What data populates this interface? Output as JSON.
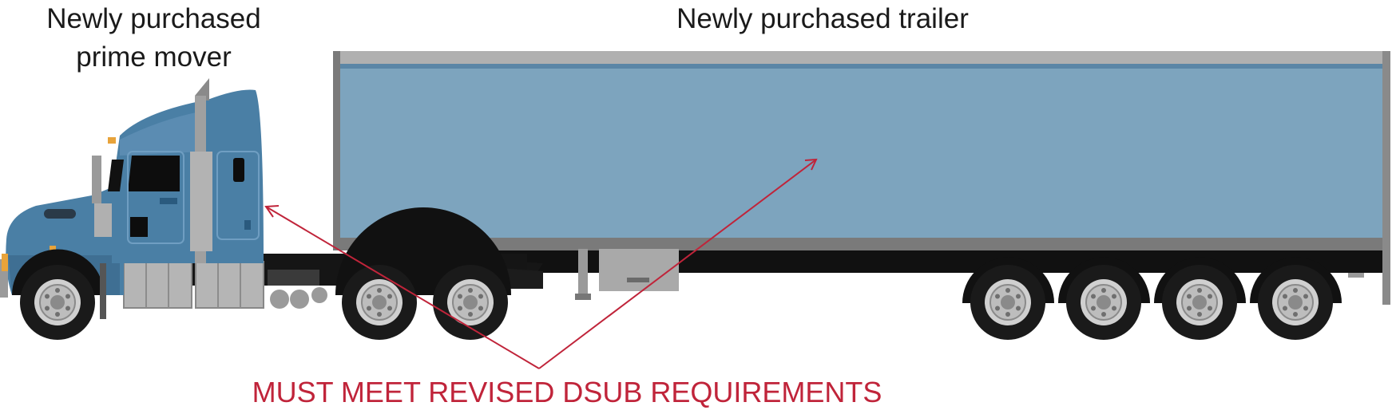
{
  "labels": {
    "prime_mover_line1": "Newly purchased",
    "prime_mover_line2": "prime mover",
    "trailer": "Newly purchased trailer",
    "requirement": "MUST MEET REVISED DSUB REQUIREMENTS"
  },
  "colors": {
    "trailer_body": "#7da4be",
    "trailer_frame": "#7a7a7a",
    "cab_blue": "#4a7fa5",
    "callout": "#c0243a",
    "chassis": "#1c1c1c"
  },
  "icons": {
    "prime_mover": "truck-prime-mover-icon",
    "trailer": "semi-trailer-icon",
    "arrow": "callout-arrow-icon"
  }
}
